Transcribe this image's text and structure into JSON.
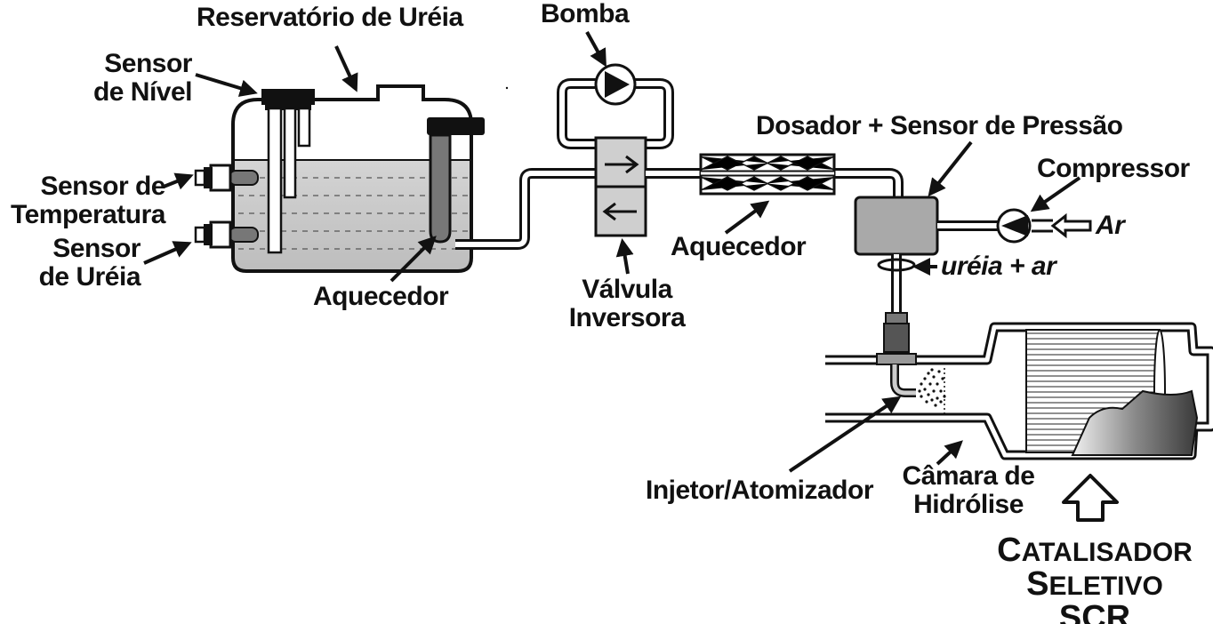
{
  "labels": {
    "reservoir": "Reservatório de Uréia",
    "level_sensor_l1": "Sensor",
    "level_sensor_l2": "de Nível",
    "temp_sensor_l1": "Sensor de",
    "temp_sensor_l2": "Temperatura",
    "urea_sensor_l1": "Sensor",
    "urea_sensor_l2": "de Uréia",
    "heater_tank": "Aquecedor",
    "pump": "Bomba",
    "valve_l1": "Válvula",
    "valve_l2": "Inversora",
    "heater_line": "Aquecedor",
    "doser": "Dosador + Sensor de Pressão",
    "compressor": "Compressor",
    "air": "Ar",
    "mix": "uréia + ar",
    "injector": "Injetor/Atomizador",
    "chamber_l1": "Câmara de",
    "chamber_l2": "Hidrólise"
  },
  "catalyst": {
    "line1_big": "C",
    "line1_rest": "ATALISADOR",
    "line2_big": "S",
    "line2_rest": "ELETIVO",
    "line3": "SCR"
  },
  "colors": {
    "ink": "#111111",
    "liquid": "#c9c9c9",
    "component": "#c8c8c8",
    "doser": "#a9a9a9"
  },
  "icons": {
    "pump": "pump-triangle-icon",
    "valve_forward": "arrow-right-icon",
    "valve_back": "arrow-left-icon",
    "air_inlet": "hollow-arrow-left-icon",
    "catalyst_pointer": "hollow-arrow-up-icon"
  }
}
